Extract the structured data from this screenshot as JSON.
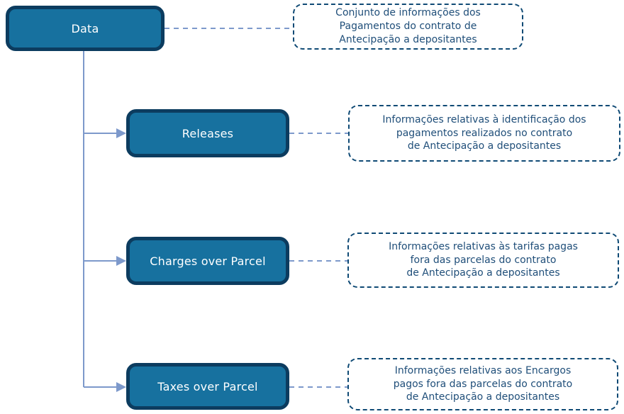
{
  "diagram": {
    "type": "tree-flowchart",
    "language": "pt-BR",
    "colors": {
      "node_fill": "#17719f",
      "node_border": "#0c3c5f",
      "node_text": "#ffffff",
      "note_border": "#0f4a75",
      "note_text": "#1f4e79",
      "connector": "#7d99cb"
    },
    "root": {
      "label": "Data",
      "note": "Conjunto de informações dos\nPagamentos do contrato de\nAntecipação a depositantes"
    },
    "children": [
      {
        "label": "Releases",
        "note": "Informações relativas à identificação dos\npagamentos realizados no contrato\nde Antecipação a depositantes"
      },
      {
        "label": "Charges over Parcel",
        "note": "Informações relativas às tarifas pagas\nfora das parcelas do contrato\nde Antecipação a depositantes"
      },
      {
        "label": "Taxes over Parcel",
        "note": "Informações relativas aos Encargos\npagos fora das parcelas do contrato\nde Antecipação a depositantes"
      }
    ]
  }
}
